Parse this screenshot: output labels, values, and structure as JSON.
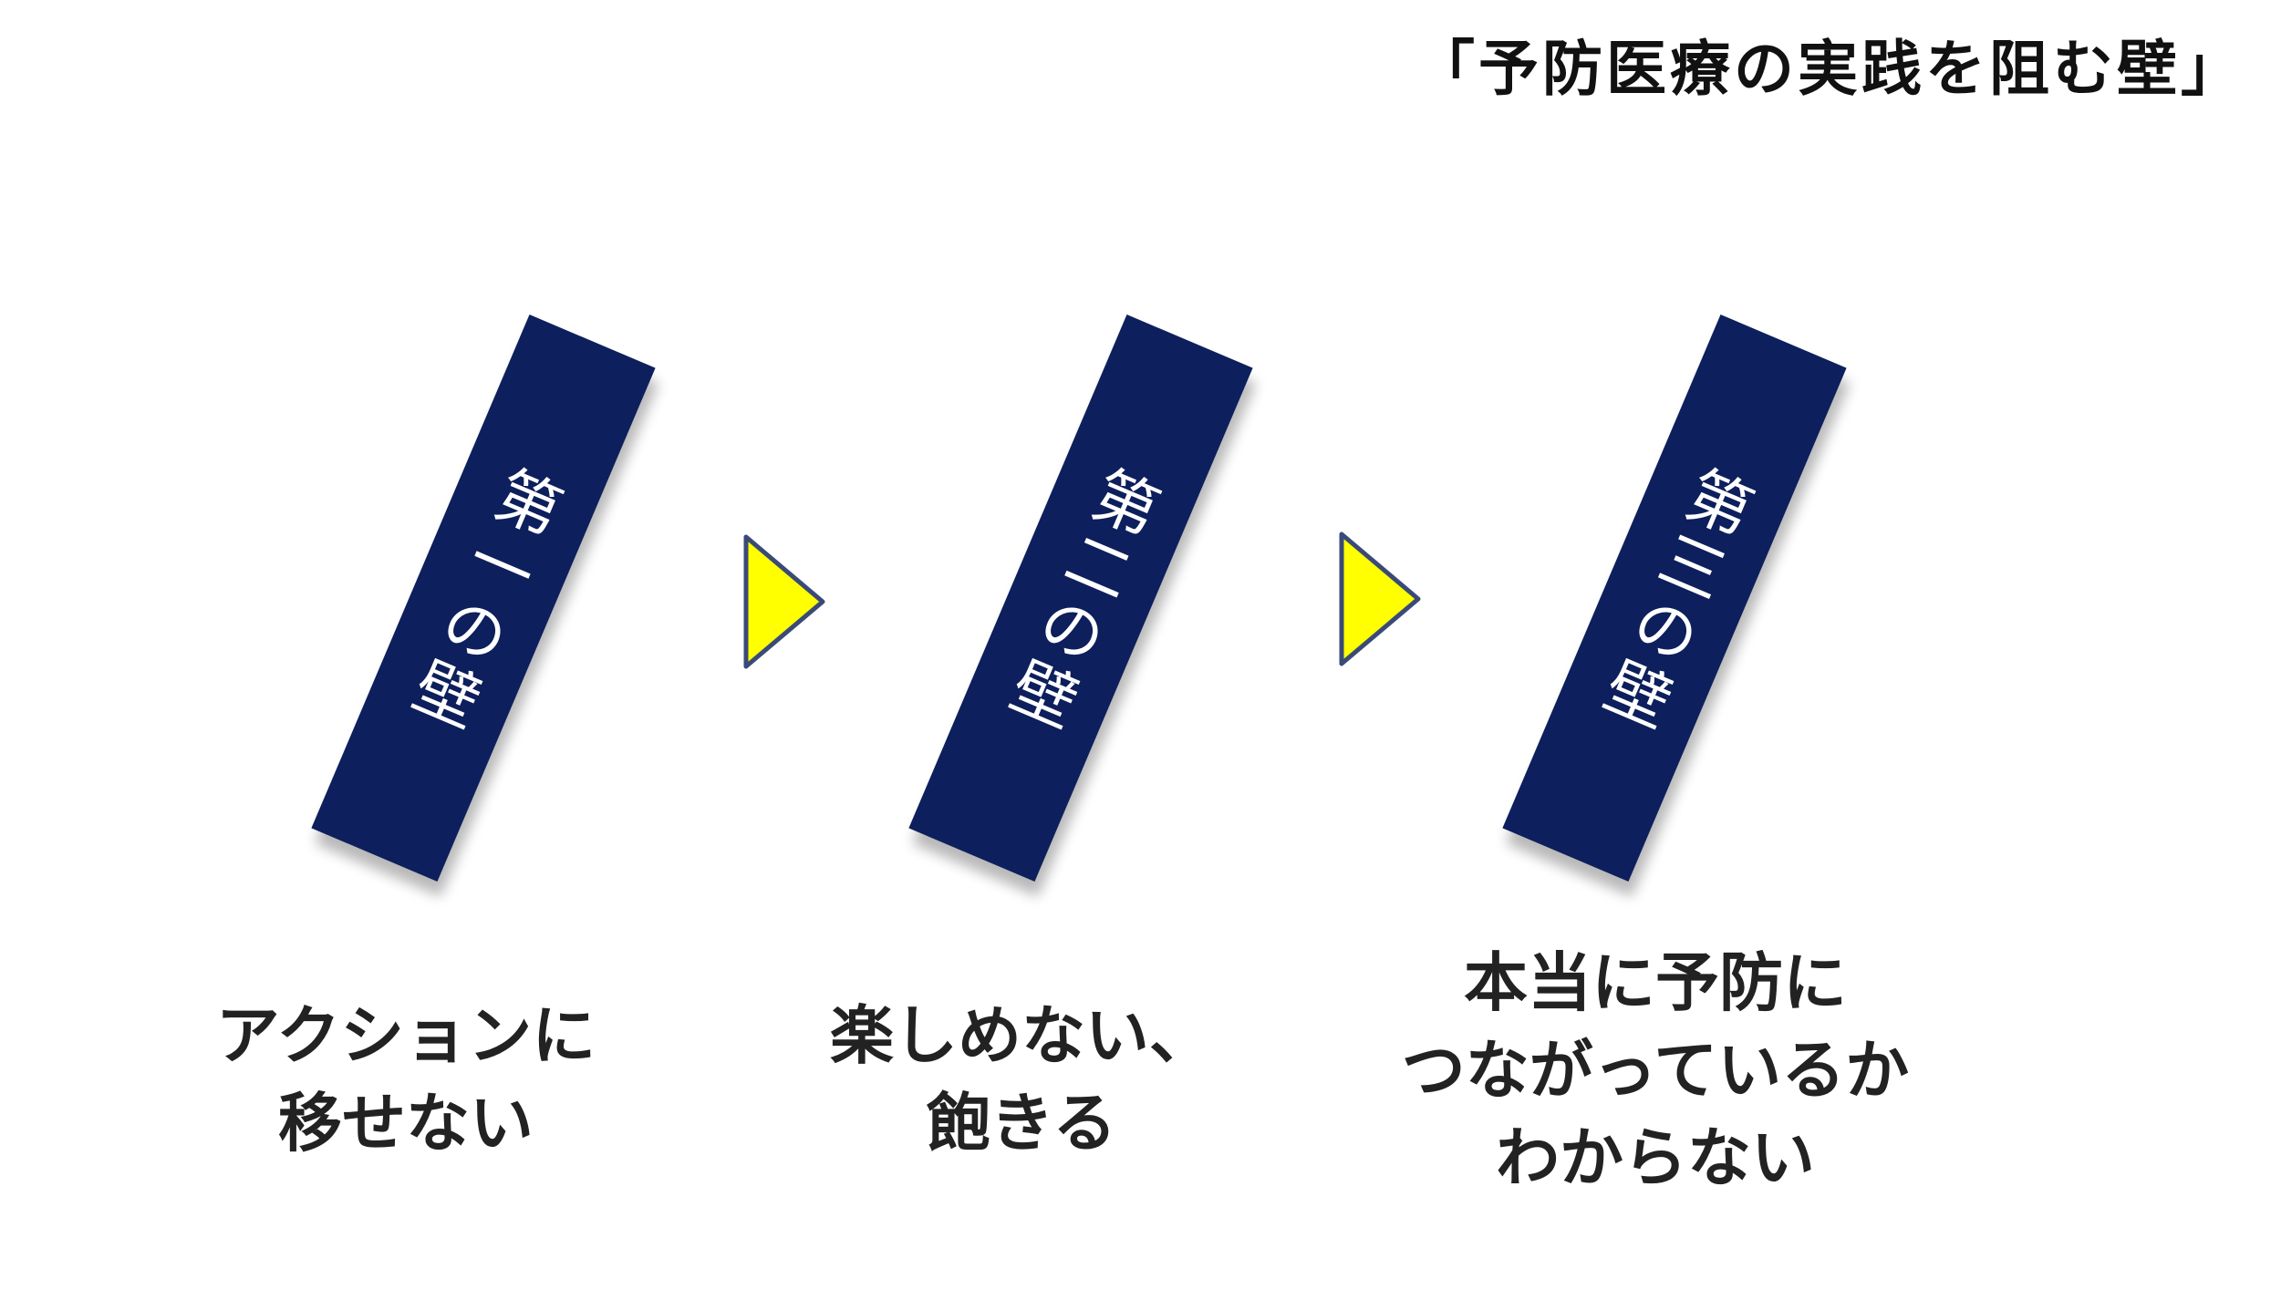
{
  "title": "「予防医療の実践を阻む壁」",
  "walls": [
    {
      "label": "第一の壁",
      "caption": [
        "アクションに",
        "移せない"
      ]
    },
    {
      "label": "第二の壁",
      "caption": [
        "楽しめない、",
        "飽きる"
      ]
    },
    {
      "label": "第三の壁",
      "caption": [
        "本当に予防に",
        "つながっているか",
        "わからない"
      ]
    }
  ],
  "colors": {
    "wall": "#0d1f5c",
    "arrow_fill": "#ffff00",
    "arrow_stroke": "#3a4a78"
  },
  "icons": {
    "arrow": "triangle-right-icon"
  }
}
